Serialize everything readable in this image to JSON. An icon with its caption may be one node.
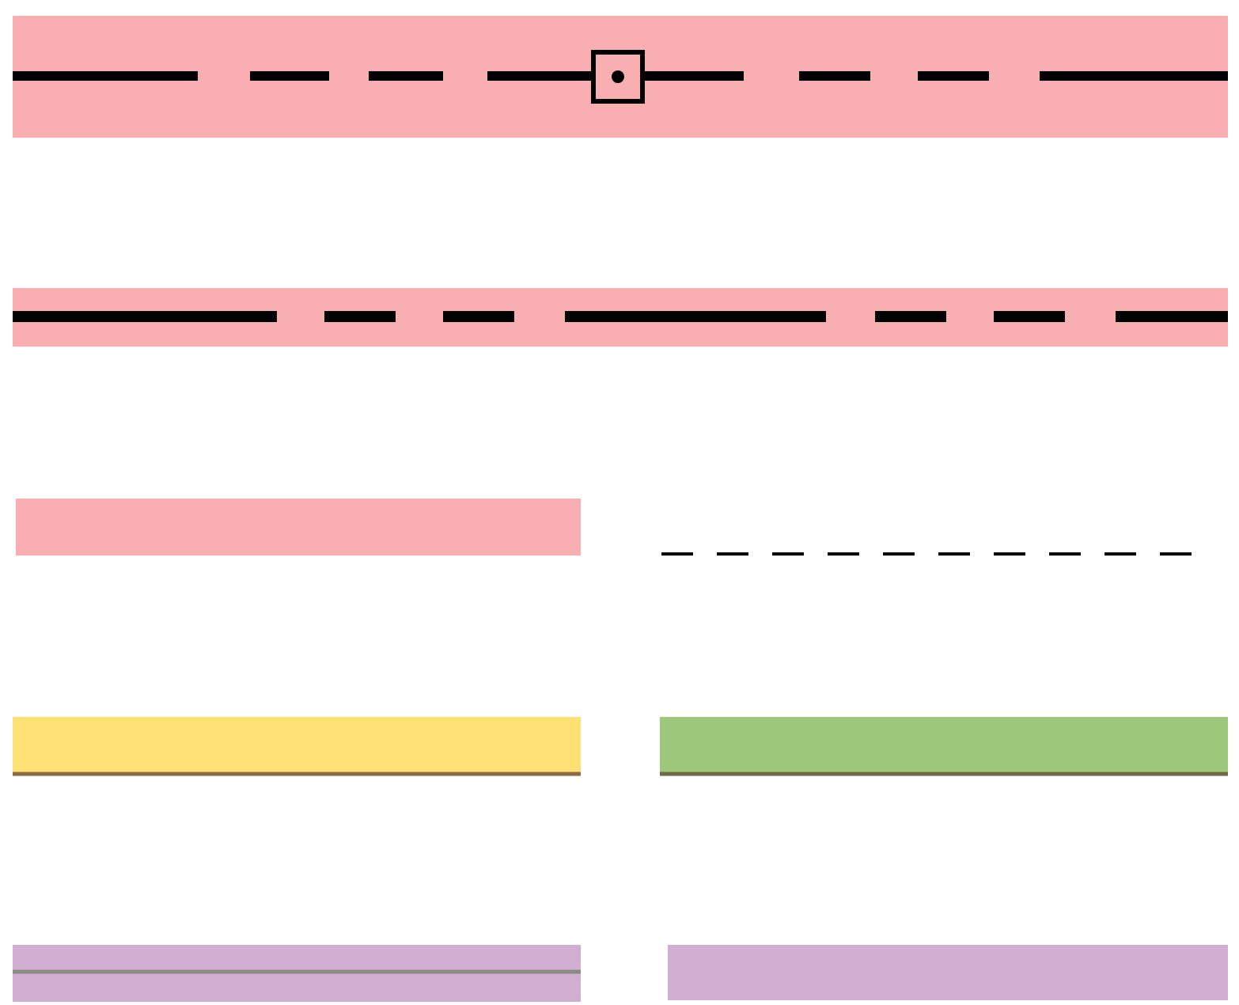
{
  "diagram": {
    "nodes": [
      {
        "text": [],
        "shape": "bar"
      },
      {
        "text": [],
        "shape": "bar"
      },
      {
        "text": [],
        "shape": "bar"
      },
      {
        "text": [],
        "shape": "line"
      },
      {
        "text": [],
        "shape": "bar"
      },
      {
        "text": [],
        "shape": "bar"
      },
      {
        "text": [],
        "shape": "bar"
      },
      {
        "text": [],
        "shape": "bar"
      }
    ]
  }
}
